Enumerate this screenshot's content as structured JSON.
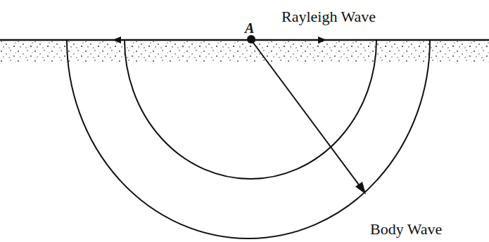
{
  "diagram": {
    "labels": [
      "A",
      "Rayleigh Wave",
      "Body Wave"
    ]
  }
}
